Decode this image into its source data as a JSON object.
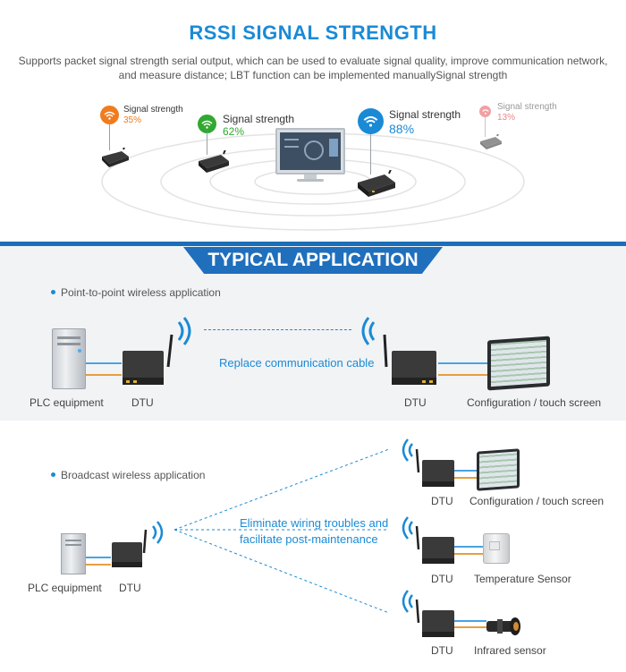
{
  "rssi": {
    "title": "RSSI SIGNAL STRENGTH",
    "description": "Supports packet signal strength serial output, which can be used to evaluate signal quality, improve communication network, and measure distance; LBT function can be implemented manuallySignal strength",
    "signals": [
      {
        "label": "Signal strength",
        "value": "35%",
        "color": "#f07c1e"
      },
      {
        "label": "Signal strength",
        "value": "62%",
        "color": "#32a832"
      },
      {
        "label": "Signal strength",
        "value": "88%",
        "color": "#1a8ad6"
      },
      {
        "label": "Signal strength",
        "value": "13%",
        "color": "#e8868a"
      }
    ]
  },
  "typical": {
    "title": "TYPICAL APPLICATION",
    "p2p": {
      "title": "Point-to-point wireless application",
      "plc_label": "PLC equipment",
      "dtu_left_label": "DTU",
      "cable_text": "Replace communication cable",
      "dtu_right_label": "DTU",
      "screen_label": "Configuration / touch screen"
    },
    "broadcast": {
      "title": "Broadcast wireless application",
      "plc_label": "PLC equipment",
      "dtu_label": "DTU",
      "text_line1": "Eliminate wiring troubles and",
      "text_line2": "facilitate post-maintenance",
      "nodes": [
        {
          "dtu_label": "DTU",
          "device_label": "Configuration / touch screen"
        },
        {
          "dtu_label": "DTU",
          "device_label": "Temperature Sensor"
        },
        {
          "dtu_label": "DTU",
          "device_label": "Infrared sensor"
        }
      ]
    }
  },
  "colors": {
    "accent": "#1a8ad6",
    "banner": "#1f6fbd",
    "band": "#f2f3f5"
  }
}
